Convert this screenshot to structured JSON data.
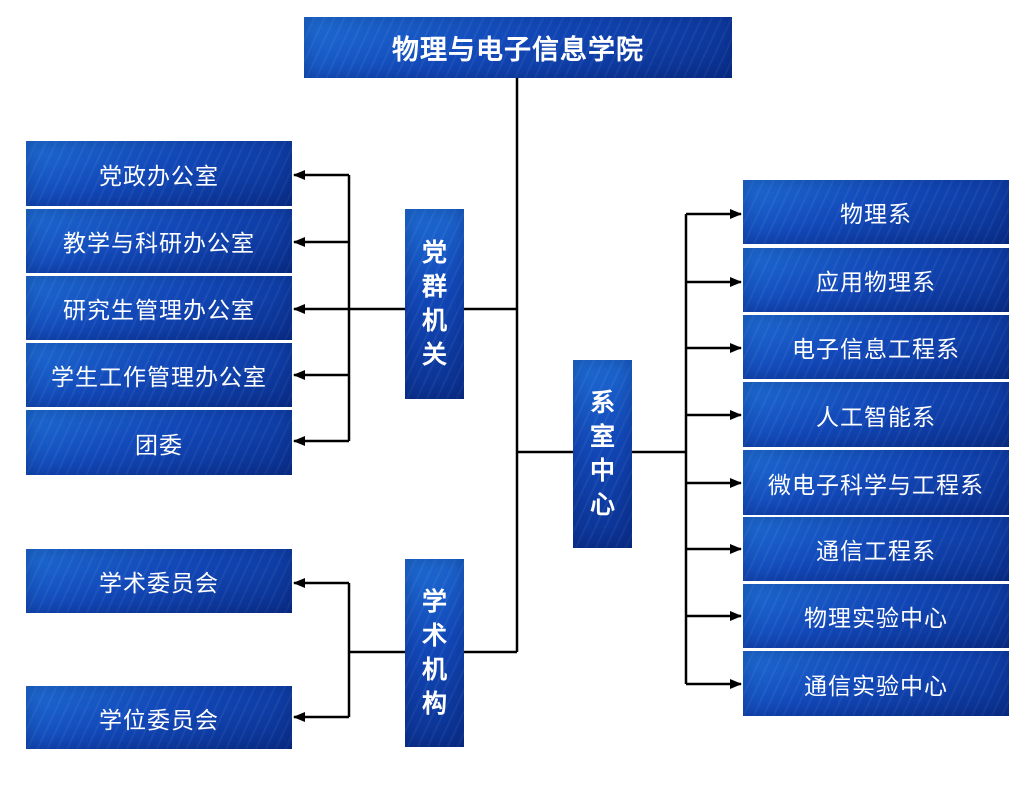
{
  "title": "物理与电子信息学院",
  "groups": {
    "party": {
      "label": [
        "党",
        "群",
        "机",
        "关"
      ],
      "items": [
        "党政办公室",
        "教学与科研办公室",
        "研究生管理办公室",
        "学生工作管理办公室",
        "团委"
      ]
    },
    "academic": {
      "label": [
        "学",
        "术",
        "机",
        "构"
      ],
      "items": [
        "学术委员会",
        "学位委员会"
      ]
    },
    "departments": {
      "label": [
        "系",
        "室",
        "中",
        "心"
      ],
      "items": [
        "物理系",
        "应用物理系",
        "电子信息工程系",
        "人工智能系",
        "微电子科学与工程系",
        "通信工程系",
        "物理实验中心",
        "通信实验中心"
      ]
    }
  },
  "colors": {
    "box_top": "#1f6fd6",
    "box_bottom": "#0a2f8c",
    "line": "#000000",
    "text": "#ffffff"
  }
}
